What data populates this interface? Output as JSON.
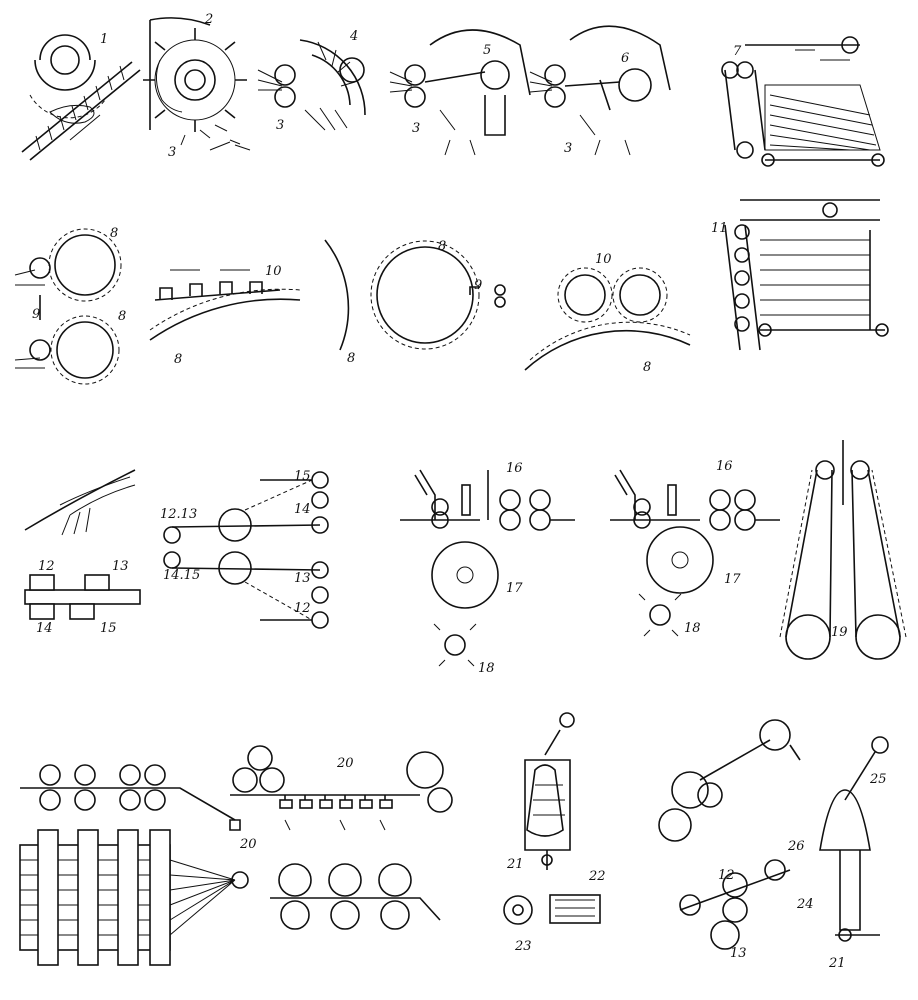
{
  "figure": {
    "callouts": [
      "1",
      "2",
      "3",
      "4",
      "5",
      "6",
      "7",
      "8",
      "9",
      "10",
      "11",
      "12",
      "13",
      "14",
      "15",
      "16",
      "17",
      "18",
      "19",
      "20",
      "21",
      "22",
      "23",
      "24",
      "25",
      "26"
    ],
    "compound_labels": [
      "12.13",
      "14.15"
    ]
  },
  "labels": {
    "n1": "1",
    "n2": "2",
    "n3a": "3",
    "n4": "4",
    "n3b": "3",
    "n5": "5",
    "n3c": "3",
    "n6": "6",
    "n3d": "3",
    "n7": "7",
    "n8a": "8",
    "n9a": "9",
    "n8b": "8",
    "n10a": "10",
    "n8c": "8",
    "n8d": "8",
    "n9b": "9",
    "n8e": "8",
    "n10b": "10",
    "n8f": "8",
    "n11": "11",
    "n1213a": "12.13",
    "n1415a": "14.15",
    "n15a": "15",
    "n14a": "14",
    "n13a": "13",
    "n12a": "12",
    "n12b": "12",
    "n13b": "13",
    "n14b": "14",
    "n15b": "15",
    "n16a": "16",
    "n17a": "17",
    "n18a": "18",
    "n16b": "16",
    "n17b": "17",
    "n18b": "18",
    "n19": "19",
    "n20a": "20",
    "n20b": "20",
    "n21a": "21",
    "n22": "22",
    "n23": "23",
    "n25": "25",
    "n26": "26",
    "n12c": "12",
    "n13c": "13",
    "n24": "24",
    "n21b": "21"
  }
}
